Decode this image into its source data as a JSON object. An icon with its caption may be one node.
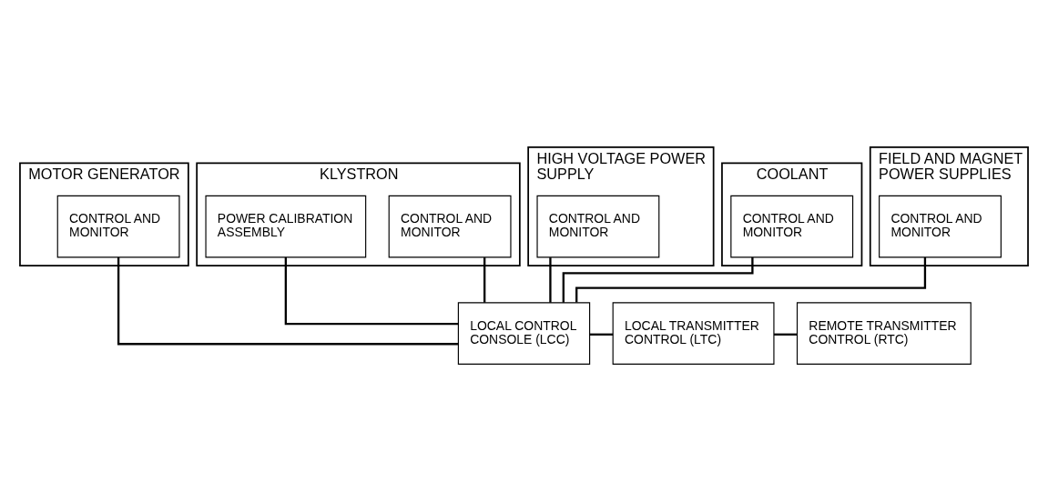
{
  "diagram": {
    "nodes": [
      {
        "text": [
          "MOTOR GENERATOR"
        ]
      },
      {
        "text": [
          "CONTROL AND MONITOR"
        ],
        "in": 0
      },
      {
        "text": [
          "KLYSTRON"
        ]
      },
      {
        "text": [
          "CONTROL AND MONITOR"
        ],
        "in": 2
      },
      {
        "text": [
          "POWER CALIBRATION ASSEMBLY"
        ],
        "in": 2
      },
      {
        "text": [
          "HIGH VOLTAGE POWER SUPPLY"
        ]
      },
      {
        "text": [
          "CONTROL AND MONITOR"
        ],
        "in": 5
      },
      {
        "text": [
          "COOLANT"
        ]
      },
      {
        "text": [
          "CONTROL AND MONITOR"
        ],
        "in": 7
      },
      {
        "text": [
          "FIELD AND MAGNET POWER SUPPLIES"
        ]
      },
      {
        "text": [
          "CONTROL AND MONITOR"
        ],
        "in": 9
      },
      {
        "text": [
          "LOCAL CONTROL CONSOLE (LCC)"
        ]
      },
      {
        "text": [
          "LOCAL TRANSMITTER CONTROL (LTC)"
        ]
      },
      {
        "text": [
          "REMOTE TRANSMITTER CONTROL (RTC)"
        ]
      }
    ],
    "edges": [
      {
        "from": 1,
        "to": 11,
        "arrow": "none"
      },
      {
        "from": 3,
        "to": 11,
        "arrow": "none"
      },
      {
        "from": 4,
        "to": 11,
        "arrow": "none"
      },
      {
        "from": 6,
        "to": 11,
        "arrow": "none"
      },
      {
        "from": 8,
        "to": 11,
        "arrow": "none"
      },
      {
        "from": 10,
        "to": 11,
        "arrow": "none"
      },
      {
        "from": 11,
        "to": 12,
        "arrow": "none"
      },
      {
        "from": 12,
        "to": 13,
        "arrow": "none"
      }
    ]
  }
}
